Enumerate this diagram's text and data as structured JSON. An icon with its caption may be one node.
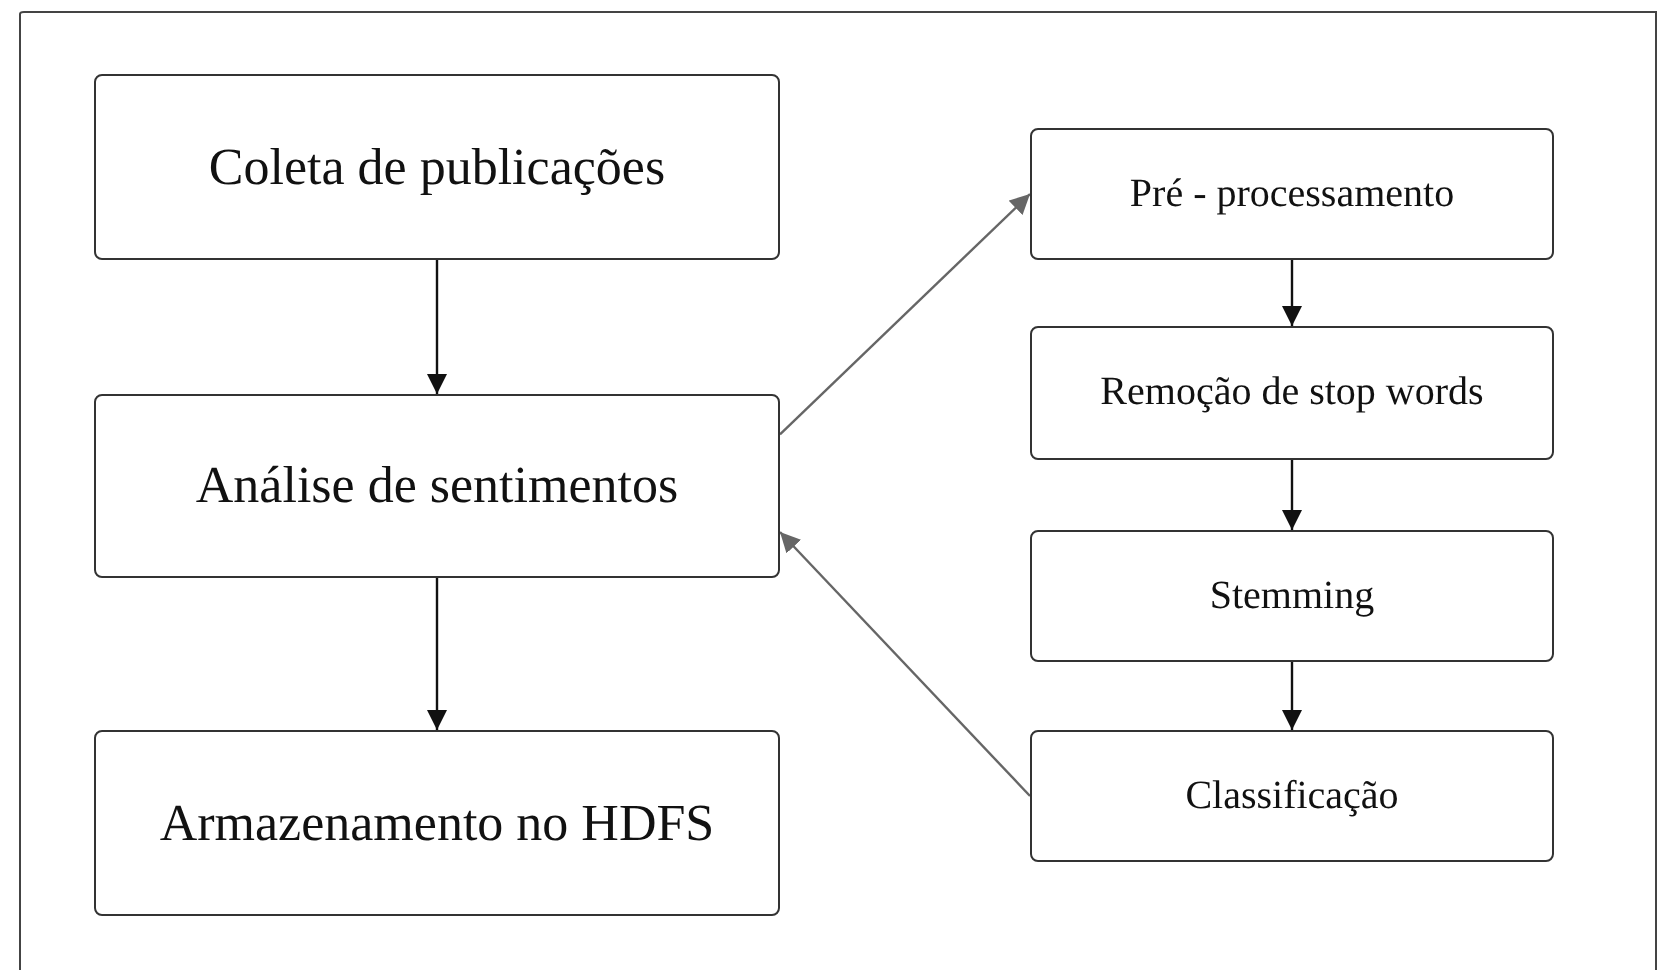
{
  "diagram": {
    "nodes": [
      {
        "text": [
          "Coleta de publicações"
        ]
      },
      {
        "text": [
          "Análise de sentimentos"
        ]
      },
      {
        "text": [
          "Armazenamento no HDFS"
        ]
      },
      {
        "text": [
          "Pré - processamento"
        ]
      },
      {
        "text": [
          "Remoção de stop words"
        ]
      },
      {
        "text": [
          "Stemming"
        ]
      },
      {
        "text": [
          "Classificação"
        ]
      }
    ],
    "edges": [
      {
        "from": 0,
        "to": 1,
        "arrow": "to"
      },
      {
        "from": 1,
        "to": 2,
        "arrow": "to"
      },
      {
        "from": 1,
        "to": 3,
        "arrow": "to",
        "color": "#666666"
      },
      {
        "from": 3,
        "to": 4,
        "arrow": "to"
      },
      {
        "from": 4,
        "to": 5,
        "arrow": "to"
      },
      {
        "from": 5,
        "to": 6,
        "arrow": "to"
      },
      {
        "from": 6,
        "to": 1,
        "arrow": "to",
        "color": "#666666"
      }
    ]
  }
}
